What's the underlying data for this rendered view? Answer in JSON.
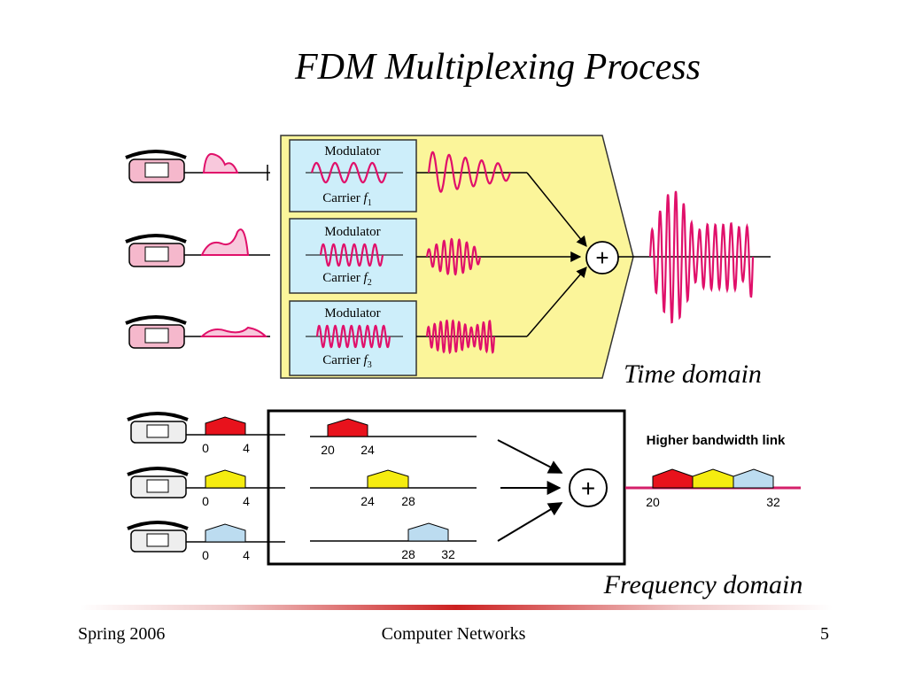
{
  "title": "FDM Multiplexing Process",
  "time_domain": {
    "label": "Time domain",
    "modulators": [
      {
        "label": "Modulator",
        "carrier": "Carrier",
        "carrier_symbol": "f",
        "subscript": "1"
      },
      {
        "label": "Modulator",
        "carrier": "Carrier",
        "carrier_symbol": "f",
        "subscript": "2"
      },
      {
        "label": "Modulator",
        "carrier": "Carrier",
        "carrier_symbol": "f",
        "subscript": "3"
      }
    ],
    "adder": "+"
  },
  "frequency_domain": {
    "label": "Frequency domain",
    "link_label": "Higher bandwidth link",
    "adder": "+",
    "channels": [
      {
        "in_low": "0",
        "in_high": "4",
        "out_low": "20",
        "out_high": "24",
        "color": "#e8121c"
      },
      {
        "in_low": "0",
        "in_high": "4",
        "out_low": "24",
        "out_high": "28",
        "color": "#f5ec10"
      },
      {
        "in_low": "0",
        "in_high": "4",
        "out_low": "28",
        "out_high": "32",
        "color": "#bcdcf0"
      }
    ],
    "link_low": "20",
    "link_high": "32"
  },
  "footer": {
    "left": "Spring 2006",
    "center": "Computer Networks",
    "right": "5"
  },
  "colors": {
    "signal": "#e0106a",
    "panel_fill": "#fbf59a",
    "modulator_fill": "#cdeefa"
  }
}
